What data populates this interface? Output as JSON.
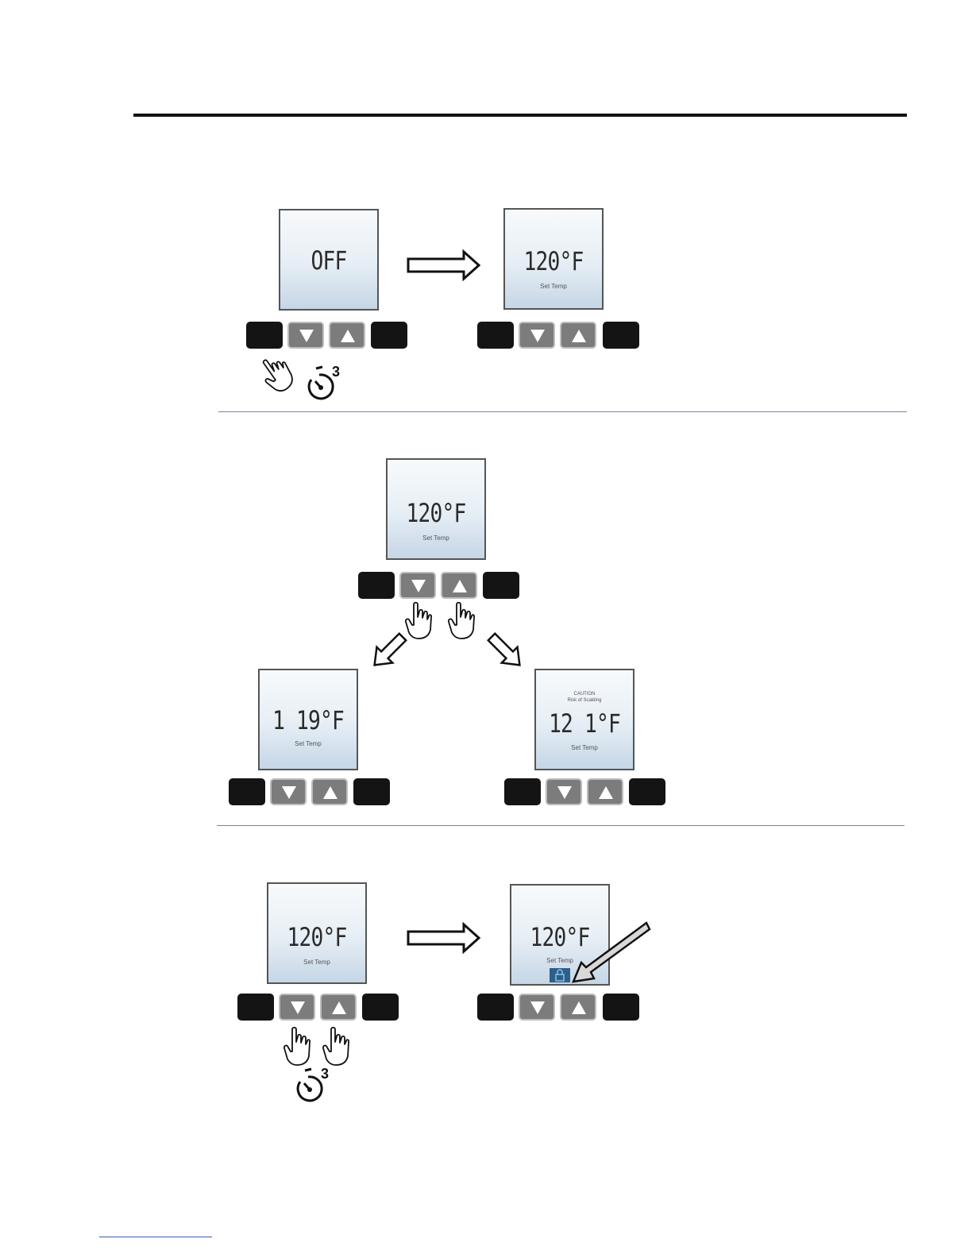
{
  "panels": {
    "p1_off": {
      "main": "OFF"
    },
    "p1_on": {
      "main": "120°F",
      "sub": "Set Temp"
    },
    "p2_top": {
      "main": "120°F",
      "sub": "Set Temp"
    },
    "p2_down": {
      "main": "1 19°F",
      "sub": "Set Temp"
    },
    "p2_up": {
      "caution": "CAUTION",
      "risk": "Risk of Scalding",
      "main": "12 1°F",
      "sub": "Set Temp"
    },
    "p3_before": {
      "main": "120°F",
      "sub": "Set Temp"
    },
    "p3_after": {
      "main": "120°F",
      "sub": "Set Temp"
    }
  },
  "timer": {
    "seconds": "3"
  },
  "icons": {
    "hand": "pointing-hand-icon",
    "timer": "stopwatch-icon",
    "arrow": "outline-arrow-icon",
    "lock": "lock-icon",
    "down": "triangle-down-icon",
    "up": "triangle-up-icon"
  },
  "colors": {
    "separator": "#6f87a6",
    "lock_badge": "#2f5f86"
  }
}
